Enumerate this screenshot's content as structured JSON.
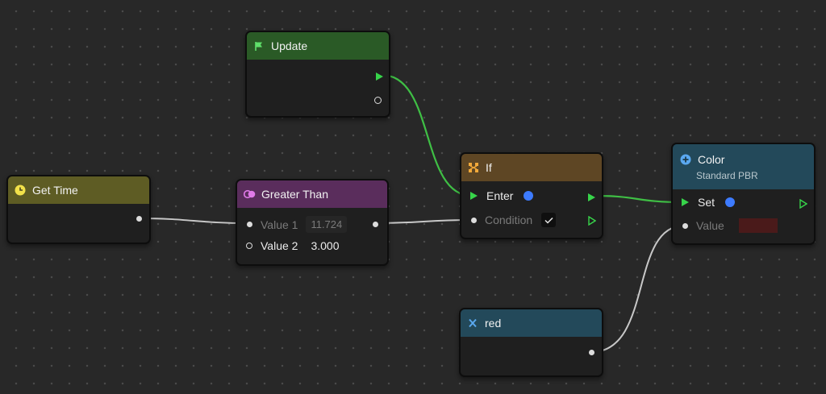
{
  "nodes": {
    "update": {
      "title": "Update"
    },
    "get_time": {
      "title": "Get Time"
    },
    "greater_than": {
      "title": "Greater Than",
      "value1_label": "Value 1",
      "value1": "11.724",
      "value2_label": "Value 2",
      "value2": "3.000"
    },
    "if": {
      "title": "If",
      "enter_label": "Enter",
      "condition_label": "Condition"
    },
    "color": {
      "title": "Color",
      "subtitle": "Standard PBR",
      "set_label": "Set",
      "value_label": "Value",
      "value_color": "#4a1a1a"
    },
    "variable": {
      "title": "red"
    }
  },
  "colors": {
    "flow_wire": "#3fbf45",
    "data_wire": "#c8c8c8",
    "flow_port": "#37d44a",
    "accent_blue": "#3d7bff"
  },
  "icons": {
    "update": "flag-icon",
    "get_time": "clock-icon",
    "greater_than": "compare-icon",
    "if": "branch-icon",
    "color": "plus-circle-icon",
    "variable": "x-variable-icon"
  }
}
